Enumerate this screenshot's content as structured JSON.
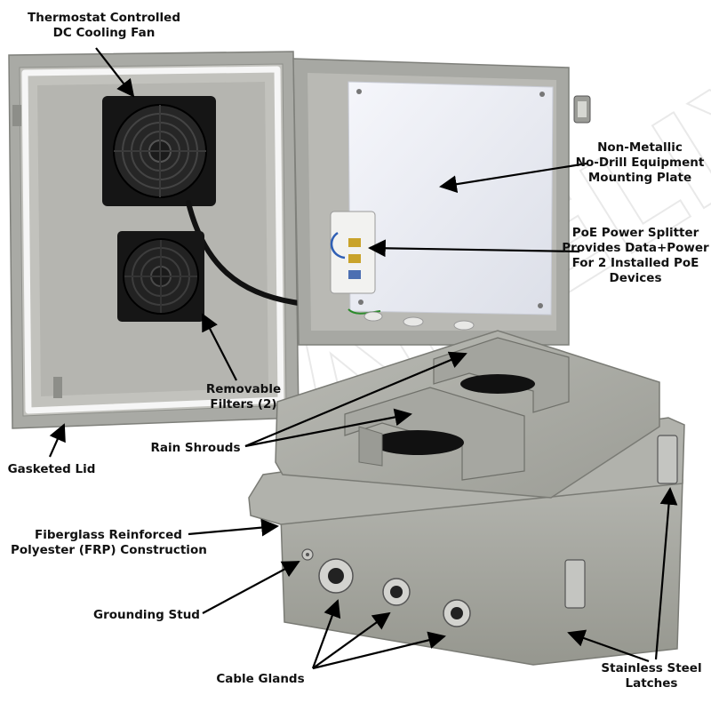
{
  "labels": {
    "fan": [
      "Thermostat Controlled",
      "DC Cooling Fan"
    ],
    "plate": [
      "Non-Metallic",
      "No-Drill Equipment",
      "Mounting Plate"
    ],
    "poe": [
      "PoE Power Splitter",
      "Provides Data+Power",
      "For 2 Installed PoE",
      "Devices"
    ],
    "filters": [
      "Removable",
      "Filters (2)"
    ],
    "gasket": [
      "Gasketed Lid"
    ],
    "shrouds": [
      "Rain Shrouds"
    ],
    "frp": [
      "Fiberglass Reinforced",
      "Polyester (FRP) Construction"
    ],
    "grounding": [
      "Grounding Stud"
    ],
    "glands": [
      "Cable Glands"
    ],
    "latches": [
      "Stainless Steel",
      "Latches"
    ]
  },
  "watermark": "ALTELIX",
  "colors": {
    "enclosure": "#a7a8a3",
    "enclosure_dark": "#8e8f8a",
    "interior": "#bdbdb8",
    "fan": "#151515",
    "plate": "#eef0f6",
    "gasket": "#f4f4f4",
    "splitter": "#f2f2f0",
    "arrow": "#000000"
  },
  "icons": [
    "fan-icon",
    "filter-icon",
    "cable-gland-icon",
    "latch-icon",
    "grounding-stud-icon"
  ]
}
